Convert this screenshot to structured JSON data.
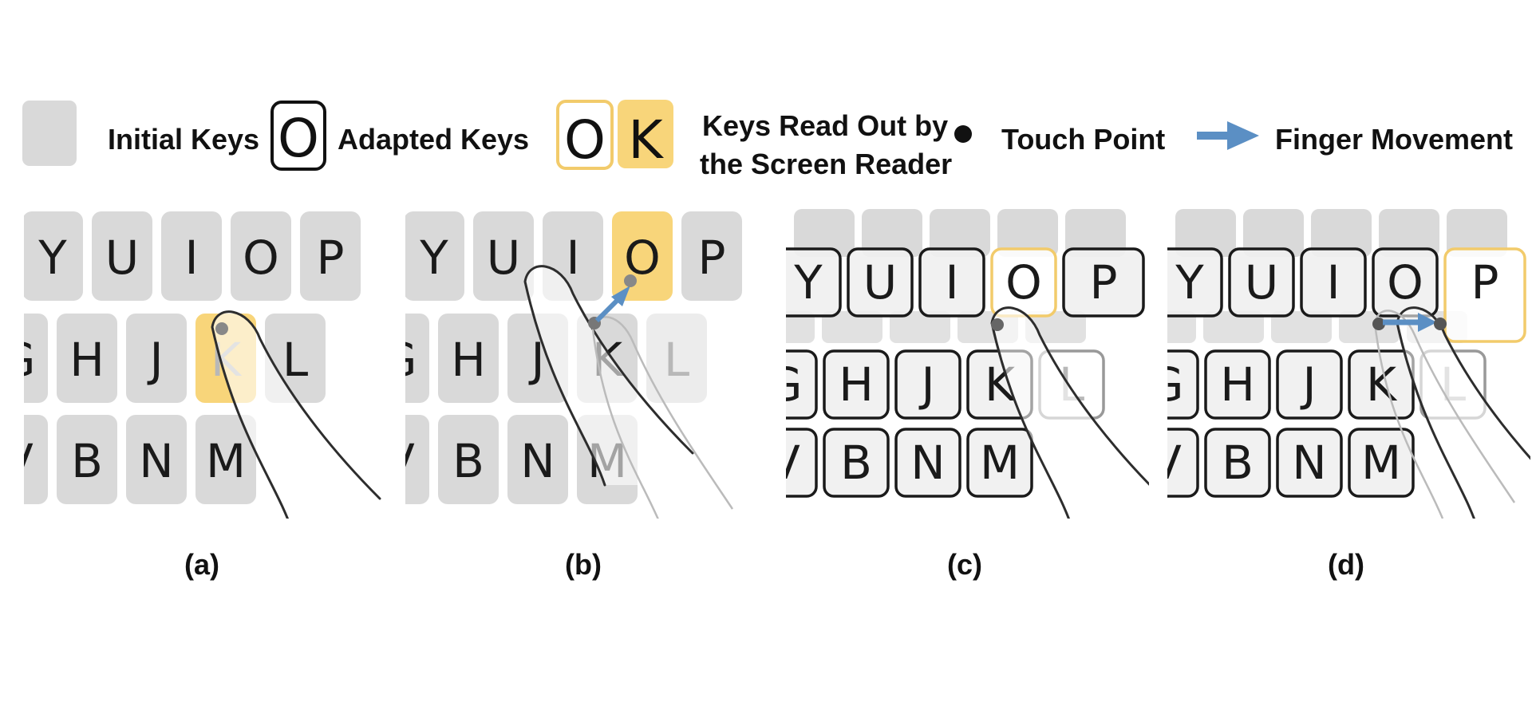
{
  "legend": {
    "initial_keys": "Initial Keys",
    "adapted_keys_sample": "O",
    "adapted_keys": "Adapted Keys",
    "read_out_samples": [
      "O",
      "K"
    ],
    "read_out_line1": "Keys Read Out by",
    "read_out_line2": "the Screen Reader",
    "touch_point": "Touch Point",
    "finger_movement": "Finger Movement"
  },
  "colors": {
    "initial_key": "#d9d9d9",
    "read_out_fill": "#f8d57a",
    "read_out_outline": "#f2cb6b",
    "adapted_outline": "#1a1a1a",
    "arrow": "#5b8fc4",
    "touch_point": "#111111",
    "finger": "#2d2d2d"
  },
  "panels": [
    {
      "caption": "(a)",
      "rows": [
        [
          "Y",
          "U",
          "I",
          "O",
          "P"
        ],
        [
          "G",
          "H",
          "J",
          "K",
          "L"
        ],
        [
          "V",
          "B",
          "N",
          "M"
        ]
      ],
      "highlighted": "K",
      "adapted": false
    },
    {
      "caption": "(b)",
      "rows": [
        [
          "Y",
          "U",
          "I",
          "O",
          "P"
        ],
        [
          "G",
          "H",
          "J",
          "K",
          "L"
        ],
        [
          "V",
          "B",
          "N",
          "M"
        ]
      ],
      "highlighted": "O",
      "adapted": false
    },
    {
      "caption": "(c)",
      "rows": [
        [
          "Y",
          "U",
          "I",
          "O",
          "P"
        ],
        [
          "G",
          "H",
          "J",
          "K",
          "L"
        ],
        [
          "V",
          "B",
          "N",
          "M"
        ]
      ],
      "highlighted": "O",
      "adapted": true
    },
    {
      "caption": "(d)",
      "rows": [
        [
          "Y",
          "U",
          "I",
          "O",
          "P"
        ],
        [
          "G",
          "H",
          "J",
          "K",
          "L"
        ],
        [
          "V",
          "B",
          "N",
          "M"
        ]
      ],
      "highlighted": "P",
      "adapted": true
    }
  ]
}
